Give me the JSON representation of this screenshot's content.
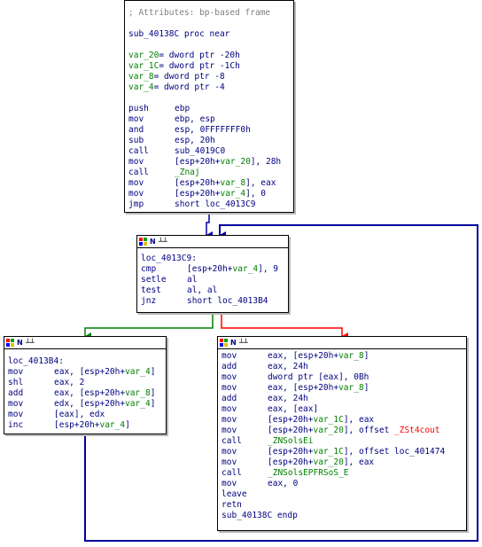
{
  "header_icons": {
    "grid": "grid-icon",
    "n": "N",
    "graph": "graph-icon"
  },
  "colors": {
    "text": "#000080",
    "comment": "#7f7f7f",
    "var": "#008000",
    "name": "#ff0000",
    "edge_true": "#008000",
    "edge_false": "#ff0000",
    "edge_jump": "#0000a0"
  },
  "blocks": {
    "entry": {
      "lines": [
        {
          "parts": [
            {
              "t": "; Attributes: bp-based frame",
              "k": "comment"
            }
          ]
        },
        {
          "parts": []
        },
        {
          "parts": [
            {
              "t": "sub_40138C proc near",
              "k": "label"
            }
          ]
        },
        {
          "parts": []
        },
        {
          "parts": [
            {
              "t": "var_20",
              "k": "var"
            },
            {
              "t": "= dword ptr -20h",
              "k": "plain"
            }
          ]
        },
        {
          "parts": [
            {
              "t": "var_1C",
              "k": "var"
            },
            {
              "t": "= dword ptr -1Ch",
              "k": "plain"
            }
          ]
        },
        {
          "parts": [
            {
              "t": "var_8",
              "k": "var"
            },
            {
              "t": "= dword ptr -8",
              "k": "plain"
            }
          ]
        },
        {
          "parts": [
            {
              "t": "var_4",
              "k": "var"
            },
            {
              "t": "= dword ptr -4",
              "k": "plain"
            }
          ]
        },
        {
          "parts": []
        },
        {
          "mn": "push",
          "parts": [
            {
              "t": "ebp",
              "k": "plain"
            }
          ]
        },
        {
          "mn": "mov",
          "parts": [
            {
              "t": "ebp, esp",
              "k": "plain"
            }
          ]
        },
        {
          "mn": "and",
          "parts": [
            {
              "t": "esp, 0FFFFFFF0h",
              "k": "plain"
            }
          ]
        },
        {
          "mn": "sub",
          "parts": [
            {
              "t": "esp, 20h",
              "k": "plain"
            }
          ]
        },
        {
          "mn": "call",
          "parts": [
            {
              "t": "sub_4019C0",
              "k": "plain"
            }
          ]
        },
        {
          "mn": "mov",
          "parts": [
            {
              "t": "[esp+20h+",
              "k": "plain"
            },
            {
              "t": "var_20",
              "k": "var"
            },
            {
              "t": "], 28h",
              "k": "plain"
            }
          ]
        },
        {
          "mn": "call",
          "parts": [
            {
              "t": "_Znaj",
              "k": "var"
            }
          ]
        },
        {
          "mn": "mov",
          "parts": [
            {
              "t": "[esp+20h+",
              "k": "plain"
            },
            {
              "t": "var_8",
              "k": "var"
            },
            {
              "t": "], eax",
              "k": "plain"
            }
          ]
        },
        {
          "mn": "mov",
          "parts": [
            {
              "t": "[esp+20h+",
              "k": "plain"
            },
            {
              "t": "var_4",
              "k": "var"
            },
            {
              "t": "], 0",
              "k": "plain"
            }
          ]
        },
        {
          "mn": "jmp",
          "parts": [
            {
              "t": "short loc_4013C9",
              "k": "plain"
            }
          ]
        }
      ]
    },
    "loop_head": {
      "lines": [
        {
          "parts": [
            {
              "t": "loc_4013C9:",
              "k": "label"
            }
          ]
        },
        {
          "mn": "cmp",
          "parts": [
            {
              "t": "[esp+20h+",
              "k": "plain"
            },
            {
              "t": "var_4",
              "k": "var"
            },
            {
              "t": "], 9",
              "k": "plain"
            }
          ]
        },
        {
          "mn": "setle",
          "parts": [
            {
              "t": "al",
              "k": "plain"
            }
          ]
        },
        {
          "mn": "test",
          "parts": [
            {
              "t": "al, al",
              "k": "plain"
            }
          ]
        },
        {
          "mn": "jnz",
          "parts": [
            {
              "t": "short loc_4013B4",
              "k": "plain"
            }
          ]
        }
      ]
    },
    "loop_body": {
      "lines": [
        {
          "parts": [
            {
              "t": "loc_4013B4:",
              "k": "label"
            }
          ]
        },
        {
          "mn": "mov",
          "parts": [
            {
              "t": "eax, [esp+20h+",
              "k": "plain"
            },
            {
              "t": "var_4",
              "k": "var"
            },
            {
              "t": "]",
              "k": "plain"
            }
          ]
        },
        {
          "mn": "shl",
          "parts": [
            {
              "t": "eax, 2",
              "k": "plain"
            }
          ]
        },
        {
          "mn": "add",
          "parts": [
            {
              "t": "eax, [esp+20h+",
              "k": "plain"
            },
            {
              "t": "var_8",
              "k": "var"
            },
            {
              "t": "]",
              "k": "plain"
            }
          ]
        },
        {
          "mn": "mov",
          "parts": [
            {
              "t": "edx, [esp+20h+",
              "k": "plain"
            },
            {
              "t": "var_4",
              "k": "var"
            },
            {
              "t": "]",
              "k": "plain"
            }
          ]
        },
        {
          "mn": "mov",
          "parts": [
            {
              "t": "[eax], edx",
              "k": "plain"
            }
          ]
        },
        {
          "mn": "inc",
          "parts": [
            {
              "t": "[esp+20h+",
              "k": "plain"
            },
            {
              "t": "var_4",
              "k": "var"
            },
            {
              "t": "]",
              "k": "plain"
            }
          ]
        }
      ]
    },
    "exit": {
      "lines": [
        {
          "mn": "mov",
          "parts": [
            {
              "t": "eax, [esp+20h+",
              "k": "plain"
            },
            {
              "t": "var_8",
              "k": "var"
            },
            {
              "t": "]",
              "k": "plain"
            }
          ]
        },
        {
          "mn": "add",
          "parts": [
            {
              "t": "eax, 24h",
              "k": "plain"
            }
          ]
        },
        {
          "mn": "mov",
          "parts": [
            {
              "t": "dword ptr [eax], 0Bh",
              "k": "plain"
            }
          ]
        },
        {
          "mn": "mov",
          "parts": [
            {
              "t": "eax, [esp+20h+",
              "k": "plain"
            },
            {
              "t": "var_8",
              "k": "var"
            },
            {
              "t": "]",
              "k": "plain"
            }
          ]
        },
        {
          "mn": "add",
          "parts": [
            {
              "t": "eax, 24h",
              "k": "plain"
            }
          ]
        },
        {
          "mn": "mov",
          "parts": [
            {
              "t": "eax, [eax]",
              "k": "plain"
            }
          ]
        },
        {
          "mn": "mov",
          "parts": [
            {
              "t": "[esp+20h+",
              "k": "plain"
            },
            {
              "t": "var_1C",
              "k": "var"
            },
            {
              "t": "], eax",
              "k": "plain"
            }
          ]
        },
        {
          "mn": "mov",
          "parts": [
            {
              "t": "[esp+20h+",
              "k": "plain"
            },
            {
              "t": "var_20",
              "k": "var"
            },
            {
              "t": "], offset ",
              "k": "plain"
            },
            {
              "t": "_ZSt4cout",
              "k": "name"
            }
          ]
        },
        {
          "mn": "call",
          "parts": [
            {
              "t": "_ZNSolsEi",
              "k": "var"
            }
          ]
        },
        {
          "mn": "mov",
          "parts": [
            {
              "t": "[esp+20h+",
              "k": "plain"
            },
            {
              "t": "var_1C",
              "k": "var"
            },
            {
              "t": "], offset loc_401474",
              "k": "plain"
            }
          ]
        },
        {
          "mn": "mov",
          "parts": [
            {
              "t": "[esp+20h+",
              "k": "plain"
            },
            {
              "t": "var_20",
              "k": "var"
            },
            {
              "t": "], eax",
              "k": "plain"
            }
          ]
        },
        {
          "mn": "call",
          "parts": [
            {
              "t": "_ZNSolsEPFRSoS_E",
              "k": "var"
            }
          ]
        },
        {
          "mn": "mov",
          "parts": [
            {
              "t": "eax, 0",
              "k": "plain"
            }
          ]
        },
        {
          "mn": "leave",
          "parts": []
        },
        {
          "mn": "retn",
          "parts": []
        },
        {
          "parts": [
            {
              "t": "sub_40138C endp",
              "k": "label"
            }
          ]
        }
      ]
    }
  }
}
